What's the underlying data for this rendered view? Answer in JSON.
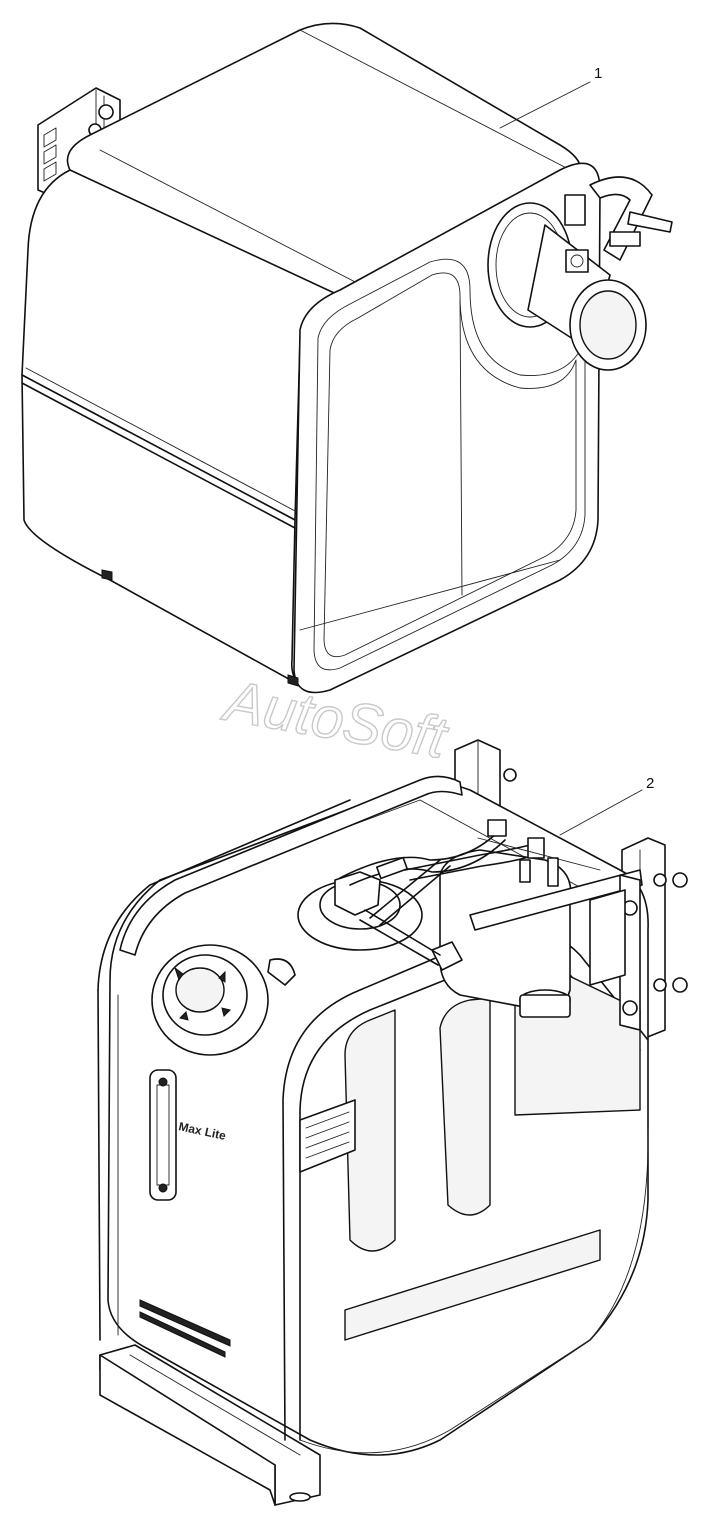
{
  "callouts": [
    {
      "label": "1",
      "part": "tank-1"
    },
    {
      "label": "2",
      "part": "tank-2"
    }
  ],
  "watermark": "AutoSoft",
  "tank2": {
    "level_text": "Max Lite"
  },
  "colors": {
    "line": "#111111",
    "watermark": "#c9c9c9",
    "background": "#ffffff"
  }
}
